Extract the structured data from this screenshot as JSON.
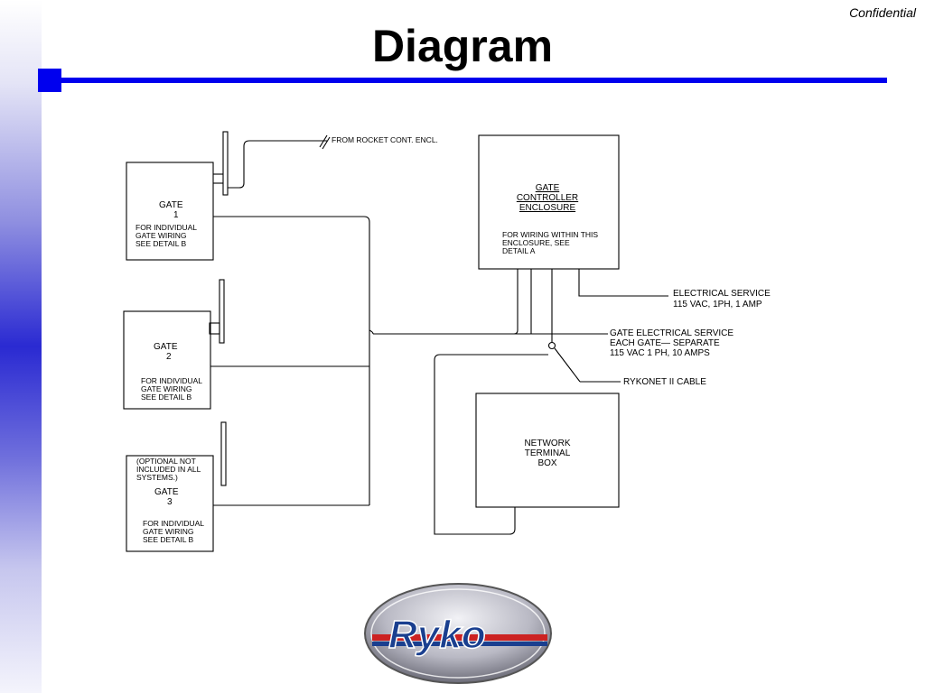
{
  "header": {
    "confidential": "Confidential",
    "title": "Diagram"
  },
  "diagram": {
    "from_rocket": "FROM ROCKET CONT. ENCL.",
    "gate1": {
      "name": "GATE",
      "num": "1",
      "note1": "FOR INDIVIDUAL",
      "note2": "GATE WIRING",
      "note3": "SEE DETAIL B"
    },
    "gate2": {
      "name": "GATE",
      "num": "2",
      "note1": "FOR INDIVIDUAL",
      "note2": "GATE WIRING",
      "note3": "SEE DETAIL B"
    },
    "gate3": {
      "opt1": "(OPTIONAL NOT",
      "opt2": "INCLUDED IN ALL",
      "opt3": "SYSTEMS.)",
      "name": "GATE",
      "num": "3",
      "note1": "FOR INDIVIDUAL",
      "note2": "GATE WIRING",
      "note3": "SEE DETAIL B"
    },
    "controller": {
      "line1": "GATE",
      "line2": "CONTROLLER",
      "line3": "ENCLOSURE",
      "note1": "FOR WIRING WITHIN THIS",
      "note2": "ENCLOSURE, SEE",
      "note3": "DETAIL A"
    },
    "electrical_service": {
      "line1": "ELECTRICAL SERVICE",
      "line2": "115 VAC, 1PH, 1 AMP"
    },
    "gate_service": {
      "line1": "GATE ELECTRICAL SERVICE",
      "line2": "EACH GATE— SEPARATE",
      "line3": "115 VAC 1 PH, 10 AMPS"
    },
    "rykonet": "RYKONET II CABLE",
    "network_box": {
      "line1": "NETWORK",
      "line2": "TERMINAL",
      "line3": "BOX"
    }
  },
  "logo": {
    "text": "Ryko",
    "colors": {
      "red": "#cc2222",
      "blue": "#1a3f8f",
      "silver": "#c8c8d0"
    }
  },
  "colors": {
    "accent": "#0000ee"
  }
}
